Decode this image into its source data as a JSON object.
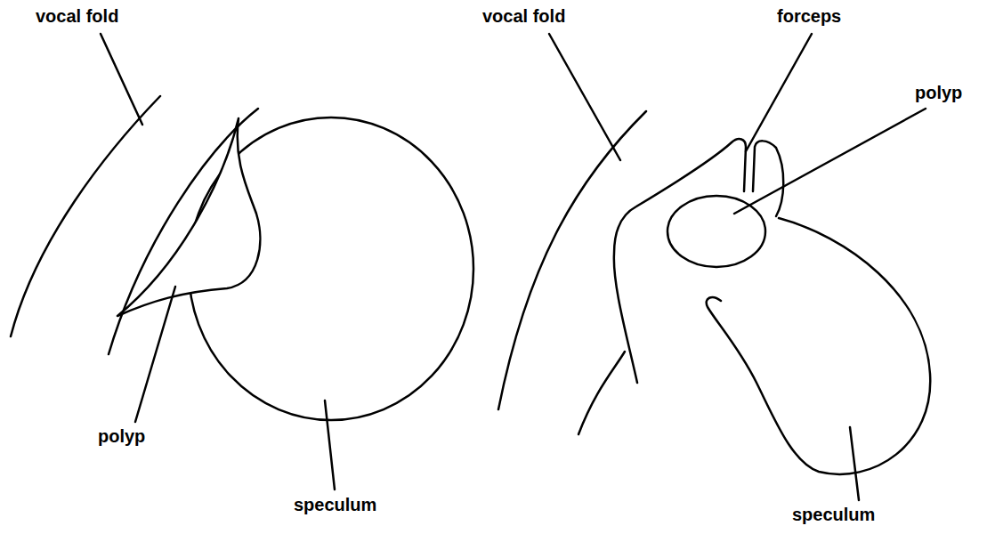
{
  "diagram": {
    "labels": [
      "vocal fold",
      "polyp",
      "speculum",
      "vocal fold",
      "forceps",
      "polyp",
      "speculum"
    ]
  }
}
